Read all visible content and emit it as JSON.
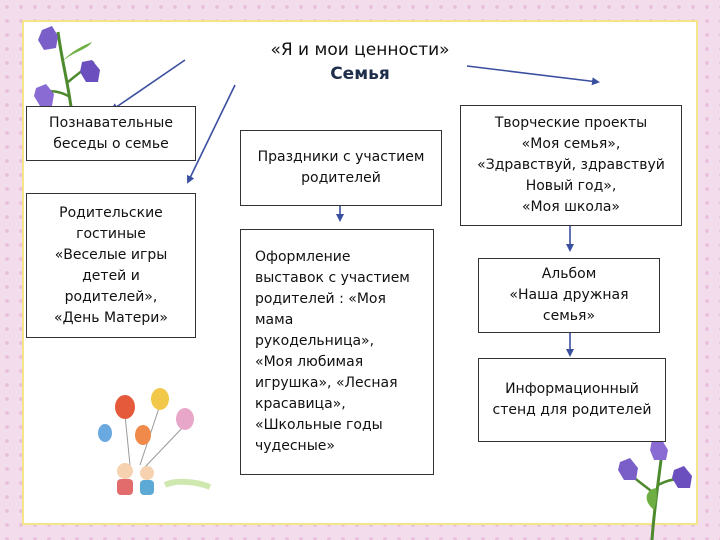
{
  "title": {
    "line1": "«Я и мои ценности»",
    "line2": "Семья"
  },
  "boxes": {
    "talks": "Познавательные\nбеседы о семье",
    "lounges": "Родительские\nгостиные\n«Веселые игры\nдетей и\nродителей»,\n«День Матери»",
    "holidays": "Праздники с участием\nродителей",
    "exhibitions": "Оформление\nвыставок с участием\nродителей : «Моя\nмама\nрукодельница»,\n«Моя любимая\nигрушка», «Лесная\nкрасавица»,\n«Школьные годы\nчудесные»",
    "projects": "Творческие проекты\n«Моя семья»,\n«Здравствуй, здравствуй\nНовый год»,\n«Моя школа»",
    "album": "Альбом\n«Наша дружная\nсемья»",
    "stand": "Информационный\nстенд для родителей"
  },
  "decor": {
    "top_left": "bellflower-icon",
    "bottom_right": "bellflower-icon",
    "bottom_left": "balloons-kids-icon"
  }
}
